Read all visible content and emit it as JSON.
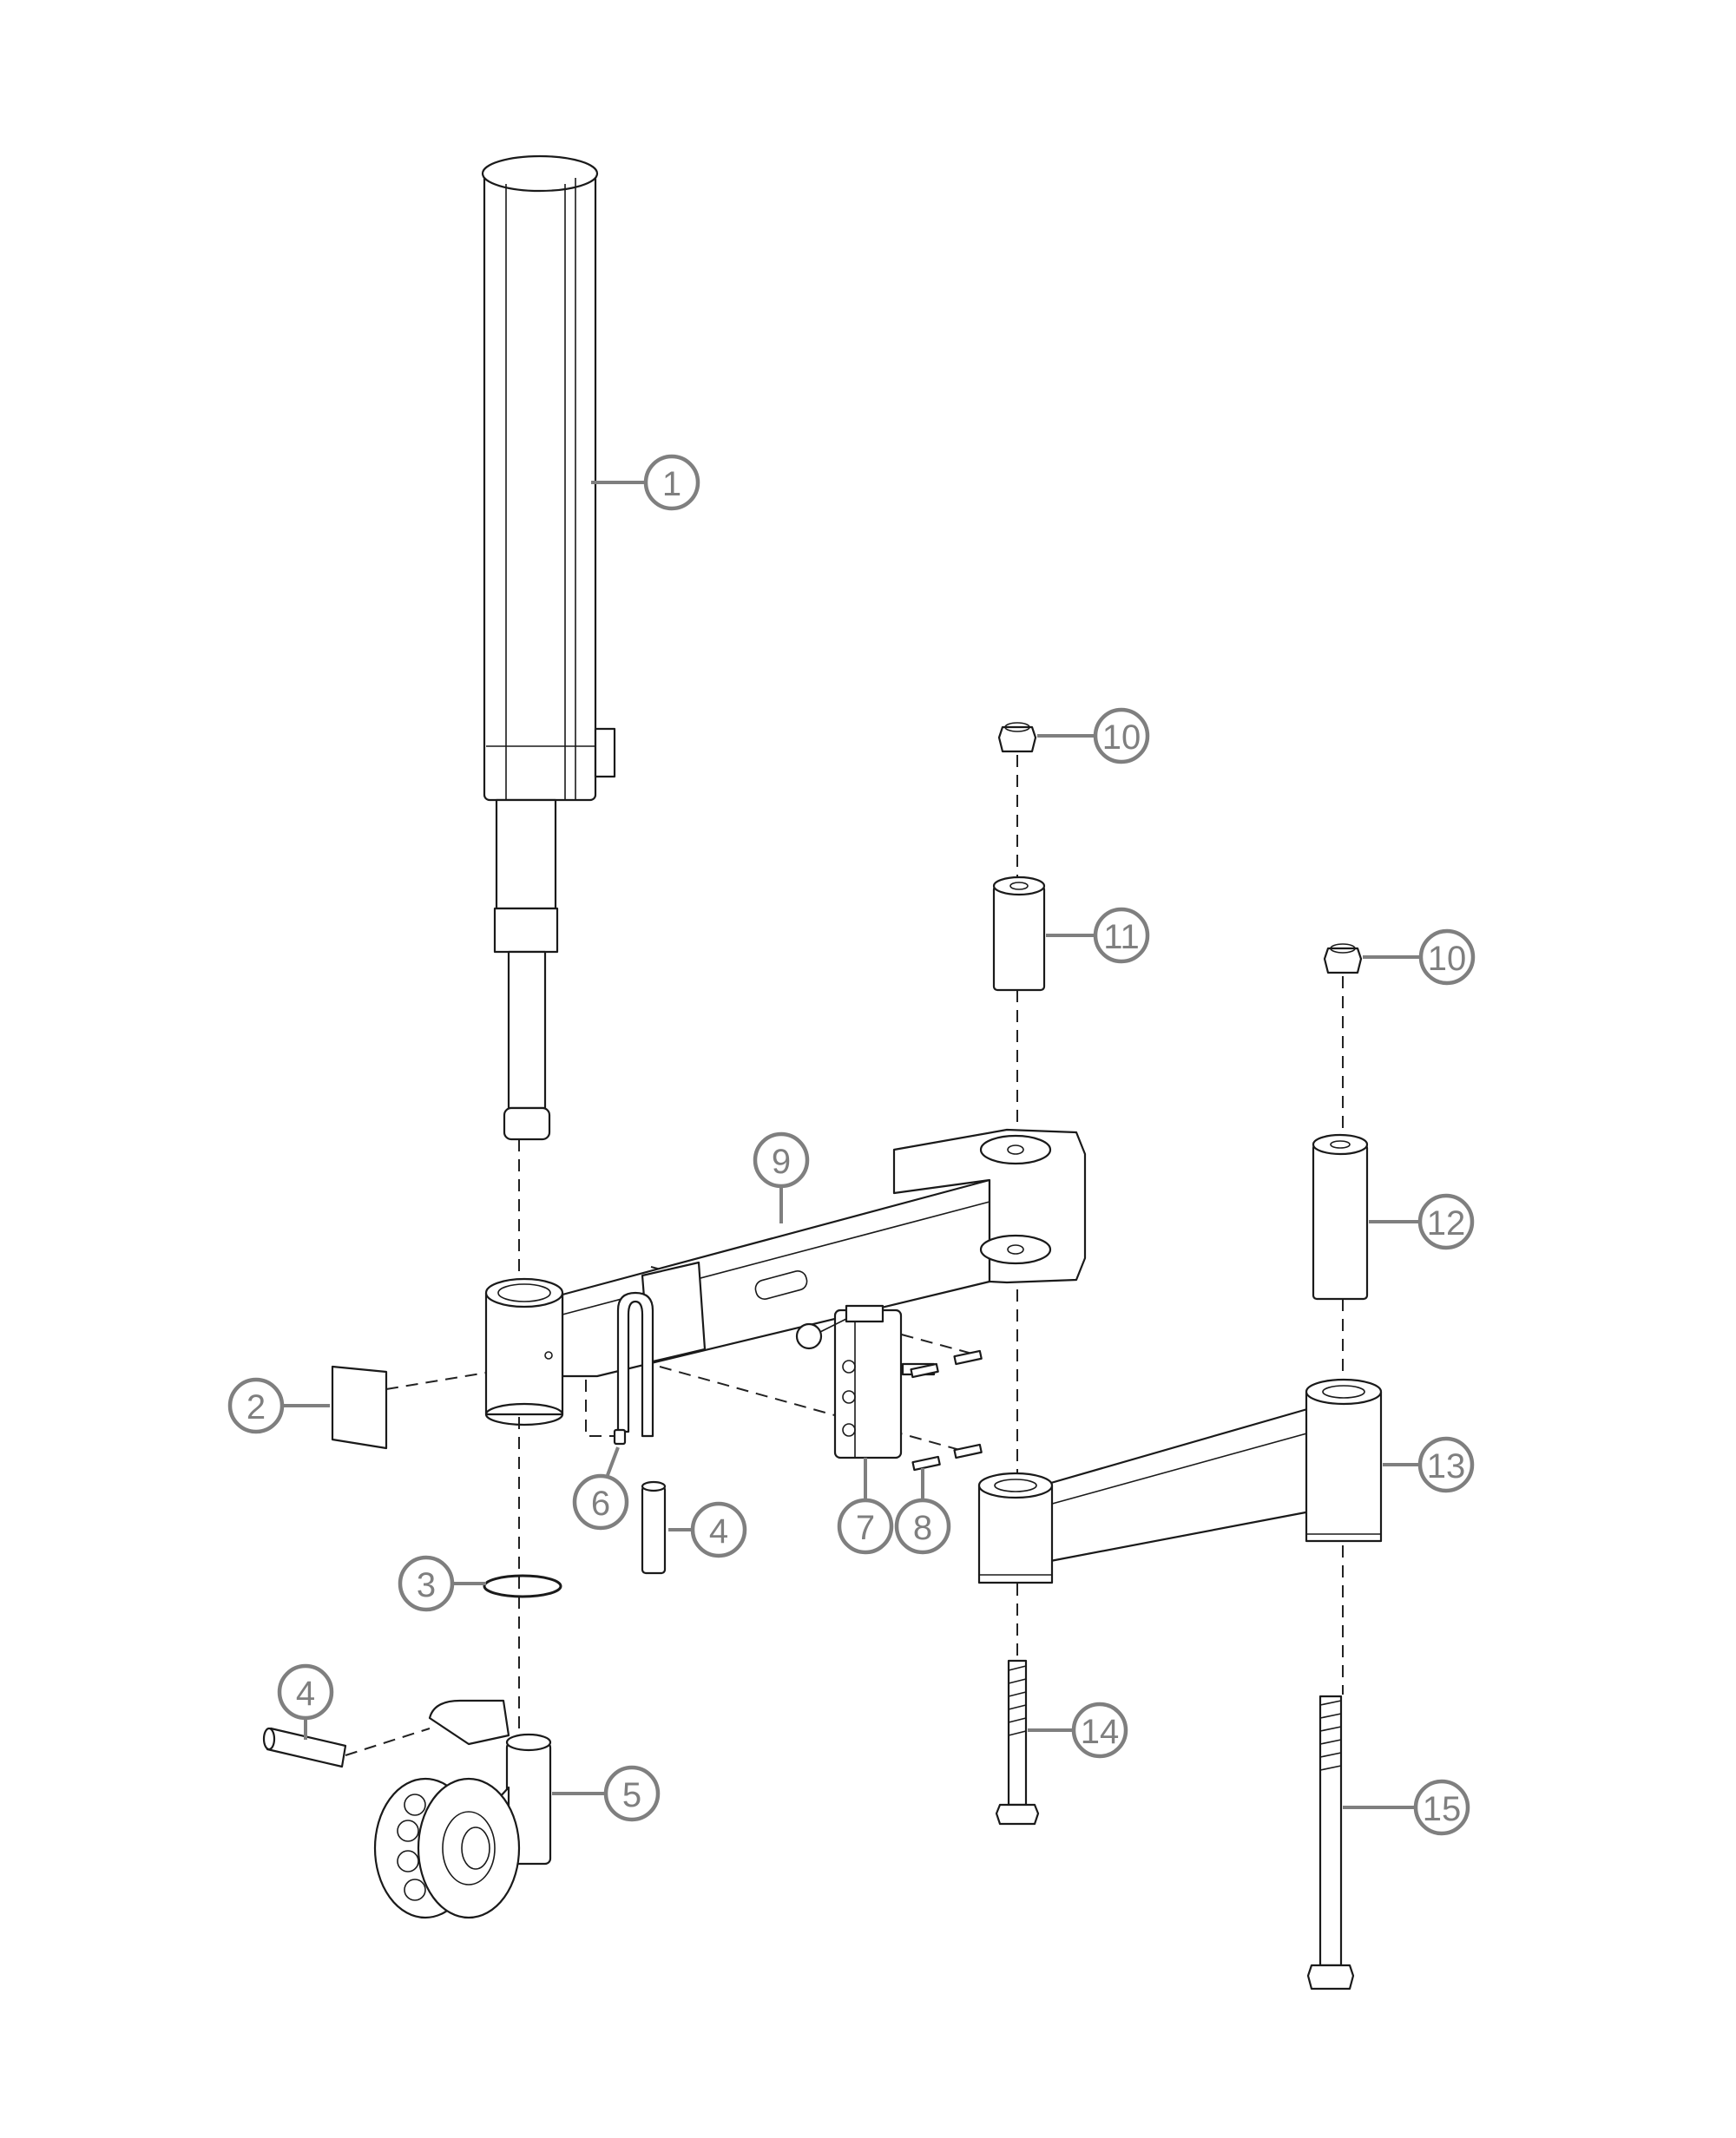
{
  "diagram": {
    "type": "exploded-parts-view",
    "callouts": {
      "c1": "1",
      "c2": "2",
      "c3": "3",
      "c4a": "4",
      "c4b": "4",
      "c5": "5",
      "c6": "6",
      "c7": "7",
      "c8": "8",
      "c9": "9",
      "c10a": "10",
      "c10b": "10",
      "c11": "11",
      "c12": "12",
      "c13": "13",
      "c14": "14",
      "c15": "15"
    },
    "colors": {
      "line": "#1a1a1a",
      "callout": "#7f7f7f",
      "background": "#ffffff"
    }
  }
}
